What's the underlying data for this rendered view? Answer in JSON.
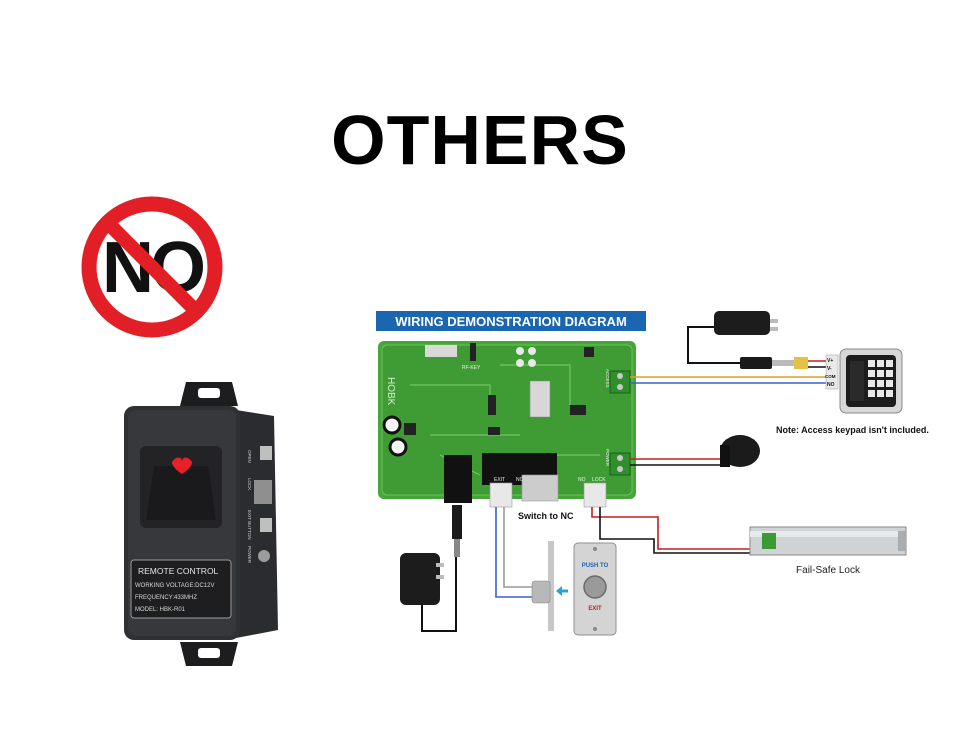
{
  "page": {
    "title": "OTHERS"
  },
  "no_sign": {
    "text": "NO",
    "color": "#e21f26"
  },
  "remote_receiver": {
    "label_lines": [
      "REMOTE CONTROL",
      "WORKING VOLTAGE:DC12V",
      "FREQUENCY:433MHZ",
      "MODEL: HBK-R01"
    ],
    "side_labels": [
      "OPEN",
      "LOCK",
      "EXIT BUTTON",
      "POWER"
    ]
  },
  "wiring_diagram": {
    "banner": "WIRING DEMONSTRATION DIAGRAM",
    "banner_color": "#1a66b0",
    "board_brand": "HOBK",
    "board_labels": {
      "rf_key": "RF-KEY",
      "access": "ACCESS",
      "power": "POWER",
      "exit": "EXIT",
      "nc": "NC",
      "no": "NO",
      "lock": "LOCK"
    },
    "keypad_terminals": [
      "V+",
      "V-",
      "COM",
      "NO"
    ],
    "keypad_note": "Note: Access keypad isn't included.",
    "switch_note": "Switch to NC",
    "lock_label": "Fail-Safe Lock",
    "exit_button": {
      "top": "PUSH TO",
      "bottom": "EXIT"
    }
  }
}
